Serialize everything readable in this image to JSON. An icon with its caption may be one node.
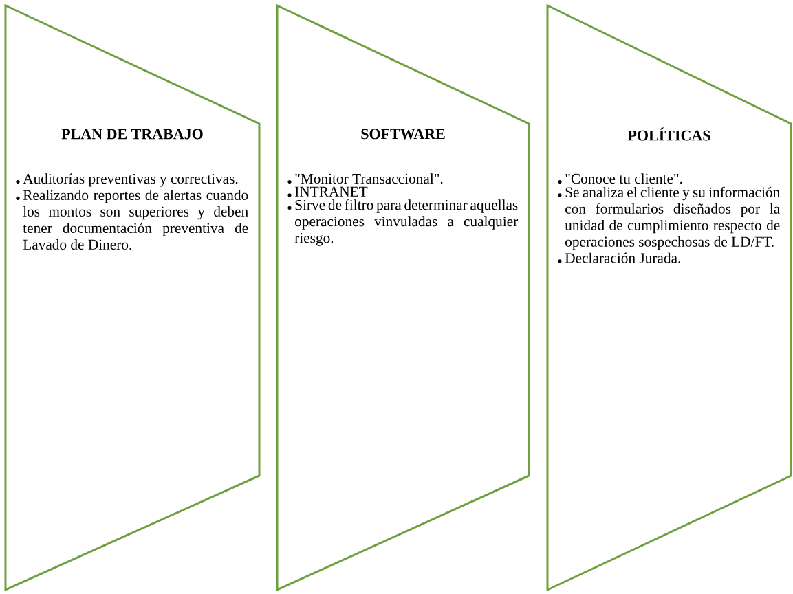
{
  "diagram": {
    "nodes": [
      {
        "text": [
          "PLAN DE TRABAJO",
          "Auditorías preventivas y correctivas.",
          "Realizando reportes de alertas cuando los montos son superiores y deben tener documentación preventiva de Lavado de Dinero."
        ]
      },
      {
        "text": [
          "SOFTWARE",
          "\"Monitor Transaccional\".",
          "INTRANET",
          "Sirve de filtro para determinar aquellas operaciones vinvuladas a cualquier riesgo."
        ]
      },
      {
        "text": [
          "POLÍTICAS",
          "\"Conoce tu cliente\".",
          "Se analiza el cliente y su información con formularios diseñados por la unidad de cumplimiento respecto de operaciones sospechosas de LD/FT.",
          "Declaración Jurada."
        ]
      }
    ]
  }
}
